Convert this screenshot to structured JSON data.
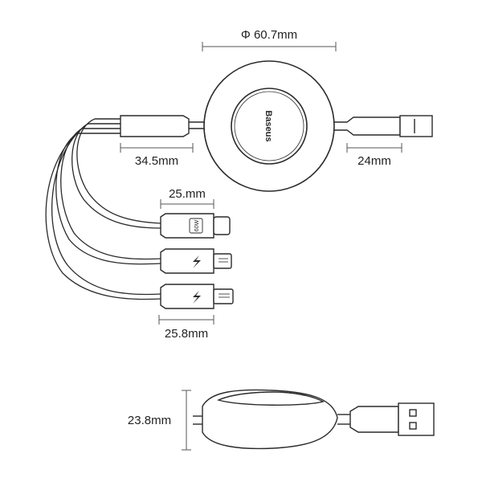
{
  "brand": {
    "logo_text": "Baseus"
  },
  "dimensions": {
    "diameter": "Φ 60.7mm",
    "hub_length": "34.5mm",
    "usb_length": "24mm",
    "typec_length": "25.mm",
    "micro_length": "25.8mm",
    "body_height": "23.8mm"
  },
  "colors": {
    "line": "#2a2a2a",
    "dim_line": "#555555",
    "accent": "#e23b3b",
    "background": "#ffffff"
  },
  "icons": {
    "typec_badge": "pd-60w-badge",
    "bolt": "lightning-bolt-icon"
  }
}
